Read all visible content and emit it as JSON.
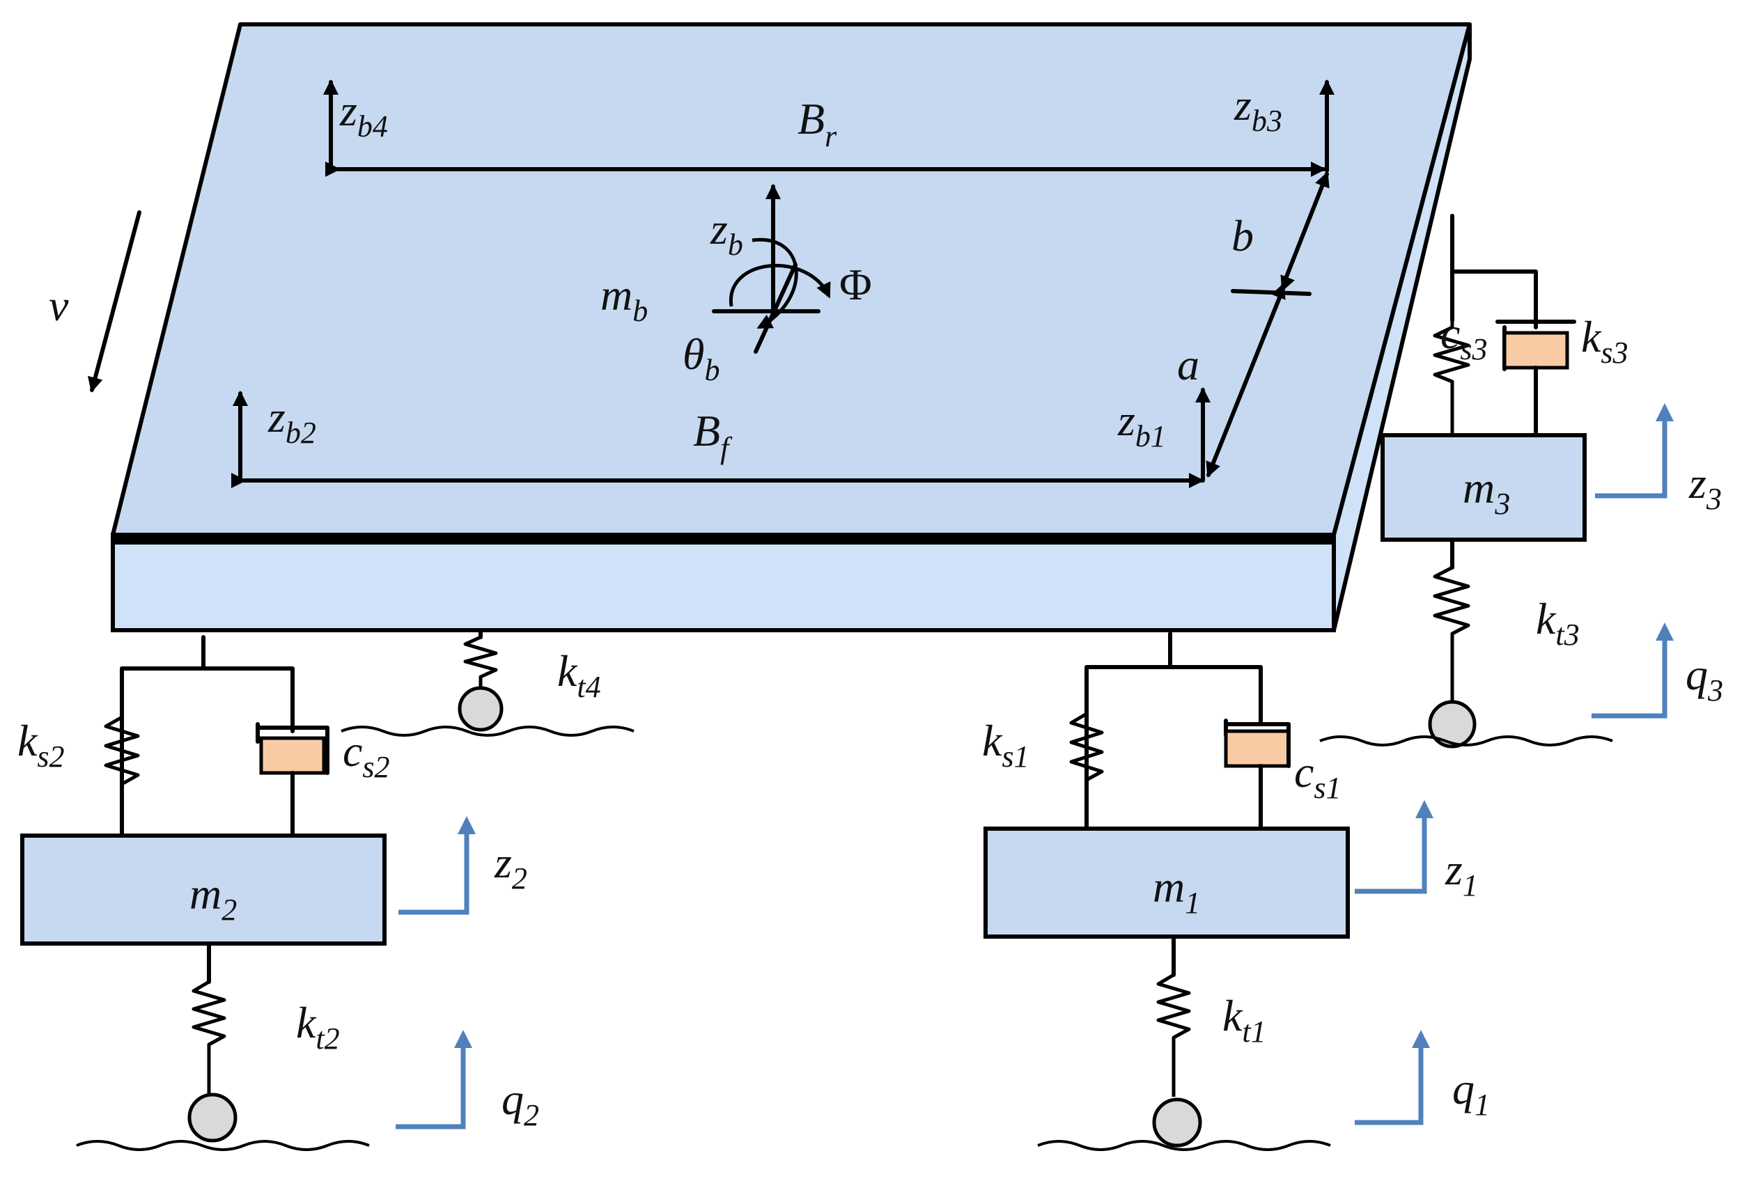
{
  "colors": {
    "body_top": "#c6d9f1",
    "body_side": "#cfe2f7",
    "mass_fill": "#c6d9f1",
    "damper_fill": "#f8cba5",
    "wheel_fill": "#d9d9d9",
    "input_arrow": "#4f81bd"
  },
  "labels": {
    "velocity": {
      "main": "v",
      "sub": ""
    },
    "track_rear": {
      "main": "B",
      "sub": "r"
    },
    "track_front": {
      "main": "B",
      "sub": "f"
    },
    "dist_a": {
      "main": "a",
      "sub": ""
    },
    "dist_b": {
      "main": "b",
      "sub": ""
    },
    "body_mass": {
      "main": "m",
      "sub": "b"
    },
    "body_heave": {
      "main": "z",
      "sub": "b"
    },
    "pitch": {
      "main": "θ",
      "sub": "b"
    },
    "roll": {
      "main": "Φ",
      "sub": ""
    },
    "zb1": {
      "main": "z",
      "sub": "b1"
    },
    "zb2": {
      "main": "z",
      "sub": "b2"
    },
    "zb3": {
      "main": "z",
      "sub": "b3"
    },
    "zb4": {
      "main": "z",
      "sub": "b4"
    },
    "m1": {
      "main": "m",
      "sub": "1"
    },
    "m2": {
      "main": "m",
      "sub": "2"
    },
    "m3": {
      "main": "m",
      "sub": "3"
    },
    "z1": {
      "main": "z",
      "sub": "1"
    },
    "z2": {
      "main": "z",
      "sub": "2"
    },
    "z3": {
      "main": "z",
      "sub": "3"
    },
    "ks1": {
      "main": "k",
      "sub": "s1"
    },
    "ks2": {
      "main": "k",
      "sub": "s2"
    },
    "ks3": {
      "main": "k",
      "sub": "s3"
    },
    "cs1": {
      "main": "c",
      "sub": "s1"
    },
    "cs2": {
      "main": "c",
      "sub": "s2"
    },
    "cs3": {
      "main": "c",
      "sub": "s3"
    },
    "kt1": {
      "main": "k",
      "sub": "t1"
    },
    "kt2": {
      "main": "k",
      "sub": "t2"
    },
    "kt3": {
      "main": "k",
      "sub": "t3"
    },
    "kt4": {
      "main": "k",
      "sub": "t4"
    },
    "q1": {
      "main": "q",
      "sub": "1"
    },
    "q2": {
      "main": "q",
      "sub": "2"
    },
    "q3": {
      "main": "q",
      "sub": "3"
    }
  }
}
